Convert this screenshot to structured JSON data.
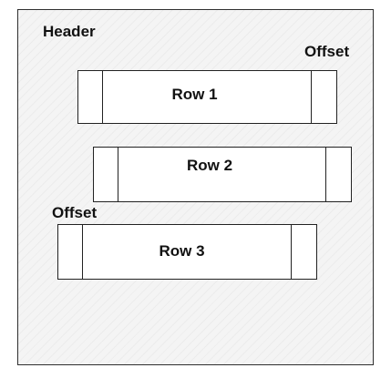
{
  "diagram": {
    "header_label": "Header",
    "offset_top_label": "Offset",
    "offset_left_label": "Offset",
    "rows": [
      {
        "label": "Row 1"
      },
      {
        "label": "Row 2"
      },
      {
        "label": "Row 3"
      }
    ]
  }
}
